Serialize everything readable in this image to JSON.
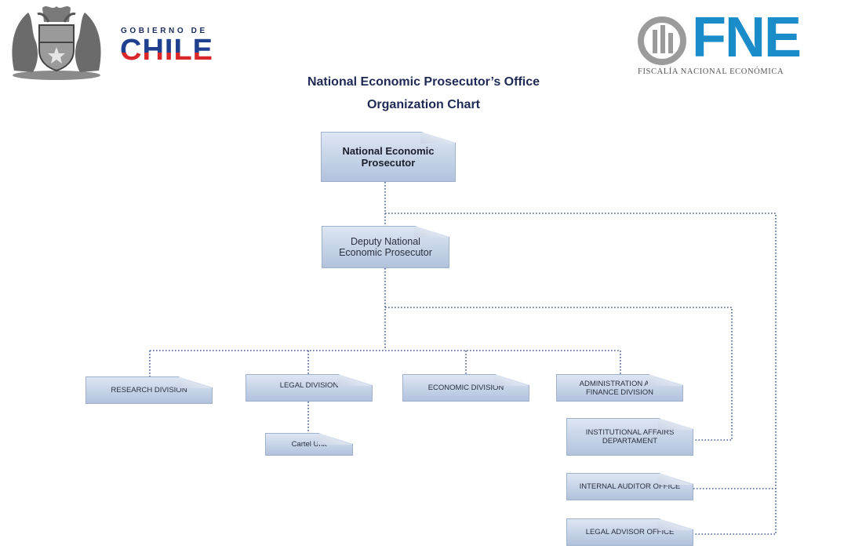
{
  "header": {
    "gobierno_small": "GOBIERNO DE",
    "gobierno_big": "CHILE",
    "fne_big": "FNE",
    "fne_sub": "FISCALÍA NACIONAL ECONÓMICA",
    "title_line1": "National Economic Prosecutor’s Office",
    "title_line2": "Organization Chart"
  },
  "nodes": {
    "national": "National Economic Prosecutor",
    "deputy": "Deputy National Economic Prosecutor",
    "research": "RESEARCH DIVISION",
    "legal": "LEGAL DIVISION",
    "economic": "ECONOMIC DIVISION",
    "admin": "ADMINISTRATION AND FINANCE DIVISION",
    "cartel": "Cartel Unit",
    "institutional": "INSTITUTIONAL AFFAIRS DEPARTAMENT",
    "auditor": "INTERNAL AUDITOR OFFICE",
    "advisor": "LEGAL ADVISOR OFFICE"
  },
  "colors": {
    "line": "#4a5f94",
    "box_fill": "#c3d1e6",
    "title": "#1e2a55",
    "fne_blue": "#1a8cc9",
    "chile_blue": "#1f3f8f",
    "chile_red": "#d9262a"
  }
}
